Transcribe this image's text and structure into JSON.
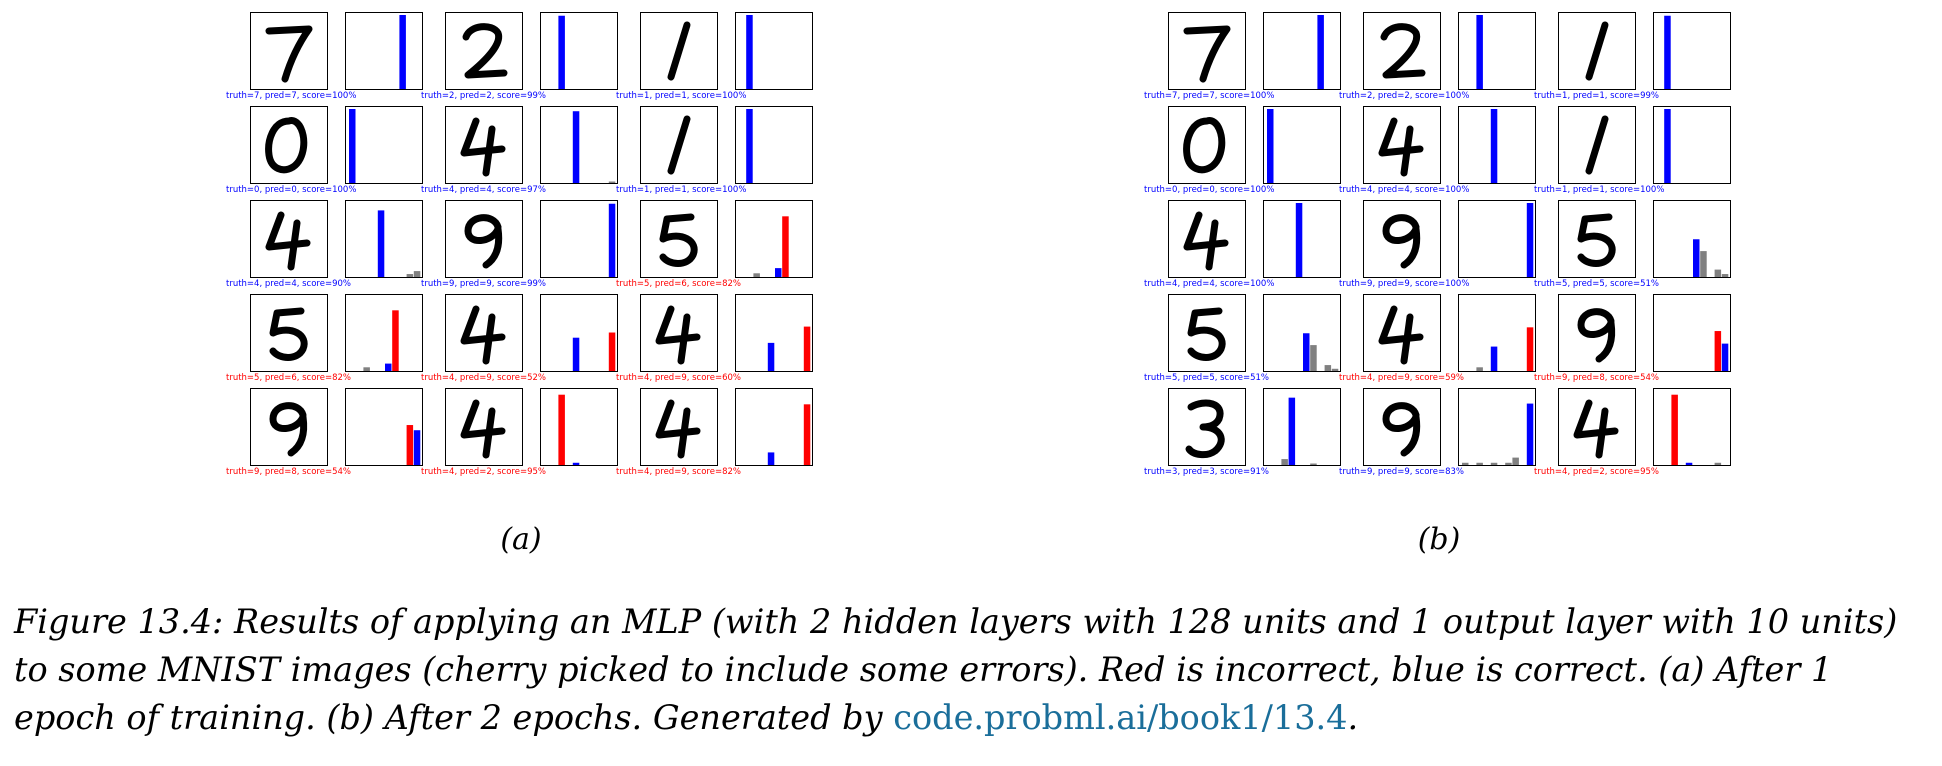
{
  "colors": {
    "correct": "#0000ff",
    "incorrect": "#ff0000",
    "other": "#808080",
    "link": "#1a6e9a"
  },
  "panels": [
    {
      "label": "(a)",
      "cells": [
        {
          "digit": "7",
          "label": "truth=7, pred=7, score=100%",
          "correct": true,
          "probs": [
            0,
            0,
            0,
            0,
            0,
            0,
            0,
            1.0,
            0,
            0
          ]
        },
        {
          "digit": "2",
          "label": "truth=2, pred=2, score=99%",
          "correct": true,
          "probs": [
            0,
            0,
            0.99,
            0,
            0,
            0,
            0,
            0,
            0,
            0
          ]
        },
        {
          "digit": "1",
          "label": "truth=1, pred=1, score=100%",
          "correct": true,
          "probs": [
            0,
            1.0,
            0,
            0,
            0,
            0,
            0,
            0,
            0,
            0
          ]
        },
        {
          "digit": "0",
          "label": "truth=0, pred=0, score=100%",
          "correct": true,
          "probs": [
            1.0,
            0,
            0,
            0,
            0,
            0,
            0,
            0,
            0,
            0
          ]
        },
        {
          "digit": "4",
          "label": "truth=4, pred=4, score=97%",
          "correct": true,
          "probs": [
            0,
            0,
            0,
            0,
            0.97,
            0,
            0,
            0,
            0,
            0.02
          ]
        },
        {
          "digit": "1",
          "label": "truth=1, pred=1, score=100%",
          "correct": true,
          "probs": [
            0,
            1.0,
            0,
            0,
            0,
            0,
            0,
            0,
            0,
            0
          ]
        },
        {
          "digit": "4",
          "label": "truth=4, pred=4, score=90%",
          "correct": true,
          "probs": [
            0,
            0,
            0,
            0,
            0.9,
            0,
            0,
            0,
            0.04,
            0.08
          ]
        },
        {
          "digit": "9",
          "label": "truth=9, pred=9, score=99%",
          "correct": true,
          "probs": [
            0,
            0,
            0,
            0,
            0,
            0,
            0,
            0,
            0,
            0.99
          ]
        },
        {
          "digit": "5",
          "label": "truth=5, pred=6, score=82%",
          "correct": false,
          "truth": 5,
          "probs": [
            0,
            0,
            0.05,
            0,
            0,
            0.12,
            0.82,
            0,
            0,
            0
          ]
        },
        {
          "digit": "5",
          "label": "truth=5, pred=6, score=82%",
          "correct": false,
          "truth": 5,
          "probs": [
            0,
            0,
            0.05,
            0,
            0,
            0.1,
            0.82,
            0,
            0,
            0
          ]
        },
        {
          "digit": "4",
          "label": "truth=4, pred=9, score=52%",
          "correct": false,
          "truth": 4,
          "probs": [
            0,
            0,
            0,
            0,
            0.45,
            0,
            0,
            0,
            0,
            0.52
          ]
        },
        {
          "digit": "4",
          "label": "truth=4, pred=9, score=60%",
          "correct": false,
          "truth": 4,
          "probs": [
            0,
            0,
            0,
            0,
            0.38,
            0,
            0,
            0,
            0,
            0.6
          ]
        },
        {
          "digit": "9",
          "label": "truth=9, pred=8, score=54%",
          "correct": false,
          "truth": 9,
          "probs": [
            0,
            0,
            0,
            0,
            0,
            0,
            0,
            0,
            0.54,
            0.47
          ]
        },
        {
          "digit": "4",
          "label": "truth=4, pred=2, score=95%",
          "correct": false,
          "truth": 4,
          "probs": [
            0,
            0,
            0.95,
            0,
            0.03,
            0,
            0,
            0,
            0,
            0
          ]
        },
        {
          "digit": "4",
          "label": "truth=4, pred=9, score=82%",
          "correct": false,
          "truth": 4,
          "probs": [
            0,
            0,
            0,
            0,
            0.17,
            0,
            0,
            0,
            0,
            0.82
          ]
        }
      ]
    },
    {
      "label": "(b)",
      "cells": [
        {
          "digit": "7",
          "label": "truth=7, pred=7, score=100%",
          "correct": true,
          "probs": [
            0,
            0,
            0,
            0,
            0,
            0,
            0,
            1.0,
            0,
            0
          ]
        },
        {
          "digit": "2",
          "label": "truth=2, pred=2, score=100%",
          "correct": true,
          "probs": [
            0,
            0,
            1.0,
            0,
            0,
            0,
            0,
            0,
            0,
            0
          ]
        },
        {
          "digit": "1",
          "label": "truth=1, pred=1, score=99%",
          "correct": true,
          "probs": [
            0,
            0.99,
            0,
            0,
            0,
            0,
            0,
            0,
            0,
            0
          ]
        },
        {
          "digit": "0",
          "label": "truth=0, pred=0, score=100%",
          "correct": true,
          "probs": [
            1.0,
            0,
            0,
            0,
            0,
            0,
            0,
            0,
            0,
            0
          ]
        },
        {
          "digit": "4",
          "label": "truth=4, pred=4, score=100%",
          "correct": true,
          "probs": [
            0,
            0,
            0,
            0,
            1.0,
            0,
            0,
            0,
            0,
            0
          ]
        },
        {
          "digit": "1",
          "label": "truth=1, pred=1, score=100%",
          "correct": true,
          "probs": [
            0,
            1.0,
            0,
            0,
            0,
            0,
            0,
            0,
            0,
            0
          ]
        },
        {
          "digit": "4",
          "label": "truth=4, pred=4, score=100%",
          "correct": true,
          "probs": [
            0,
            0,
            0,
            0,
            1.0,
            0,
            0,
            0,
            0,
            0
          ]
        },
        {
          "digit": "9",
          "label": "truth=9, pred=9, score=100%",
          "correct": true,
          "probs": [
            0,
            0,
            0,
            0,
            0,
            0,
            0,
            0,
            0,
            1.0
          ]
        },
        {
          "digit": "5",
          "label": "truth=5, pred=5, score=51%",
          "correct": true,
          "probs": [
            0,
            0,
            0,
            0,
            0,
            0.51,
            0.35,
            0,
            0.1,
            0.04
          ]
        },
        {
          "digit": "5",
          "label": "truth=5, pred=5, score=51%",
          "correct": true,
          "probs": [
            0,
            0,
            0,
            0,
            0,
            0.51,
            0.35,
            0,
            0.08,
            0.03
          ]
        },
        {
          "digit": "4",
          "label": "truth=4, pred=9, score=59%",
          "correct": false,
          "truth": 4,
          "probs": [
            0,
            0,
            0.05,
            0,
            0.33,
            0,
            0,
            0,
            0,
            0.59
          ]
        },
        {
          "digit": "9",
          "label": "truth=9, pred=8, score=54%",
          "correct": false,
          "truth": 9,
          "probs": [
            0,
            0,
            0,
            0,
            0,
            0,
            0,
            0,
            0.54,
            0.37
          ]
        },
        {
          "digit": "3",
          "label": "truth=3, pred=3, score=91%",
          "correct": true,
          "probs": [
            0,
            0,
            0.08,
            0.91,
            0,
            0,
            0.02,
            0,
            0,
            0
          ]
        },
        {
          "digit": "9",
          "label": "truth=9, pred=9, score=83%",
          "correct": true,
          "probs": [
            0.03,
            0,
            0.03,
            0,
            0.03,
            0,
            0.03,
            0.1,
            0,
            0.83
          ]
        },
        {
          "digit": "4",
          "label": "truth=4, pred=2, score=95%",
          "correct": false,
          "truth": 4,
          "probs": [
            0,
            0,
            0.95,
            0,
            0.03,
            0,
            0,
            0,
            0.03,
            0
          ]
        }
      ]
    }
  ],
  "caption": {
    "text": "Figure 13.4: Results of applying an MLP (with 2 hidden layers with 128 units and 1 output layer with 10 units) to some MNIST images (cherry picked to include some errors). Red is incorrect, blue is correct. (a) After 1 epoch of training. (b) After 2 epochs. Generated by ",
    "link": "code.probml.ai/book1/13.4",
    "end": "."
  }
}
